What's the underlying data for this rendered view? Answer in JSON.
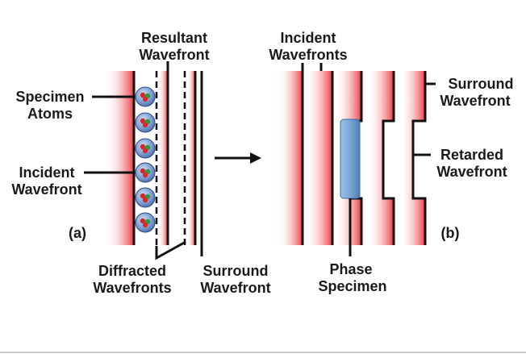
{
  "diagram": {
    "panel_a": {
      "tag": "(a)",
      "specimen_atoms": [
        "Specimen",
        "Atoms"
      ],
      "incident_wavefront": [
        "Incident",
        "Wavefront"
      ],
      "resultant_wavefront": [
        "Resultant",
        "Wavefront"
      ],
      "diffracted_wavefronts": [
        "Diffracted",
        "Wavefronts"
      ],
      "surround_wavefront": [
        "Surround",
        "Wavefront"
      ]
    },
    "panel_b": {
      "tag": "(b)",
      "incident_wavefronts": [
        "Incident",
        "Wavefronts"
      ],
      "surround_wavefront": [
        "Surround",
        "Wavefront"
      ],
      "retarded_wavefront": [
        "Retarded",
        "Wavefront"
      ],
      "phase_specimen": [
        "Phase",
        "Specimen"
      ]
    },
    "colors": {
      "wave_red": "#ef3b43",
      "line": "#111111",
      "atom_blue": "#6f8fc4",
      "atom_red": "#d8282a",
      "atom_green": "#2e9a3a",
      "specimen_blue": "#7aa7d6",
      "bottom_rule": "#c8c8c8"
    }
  }
}
